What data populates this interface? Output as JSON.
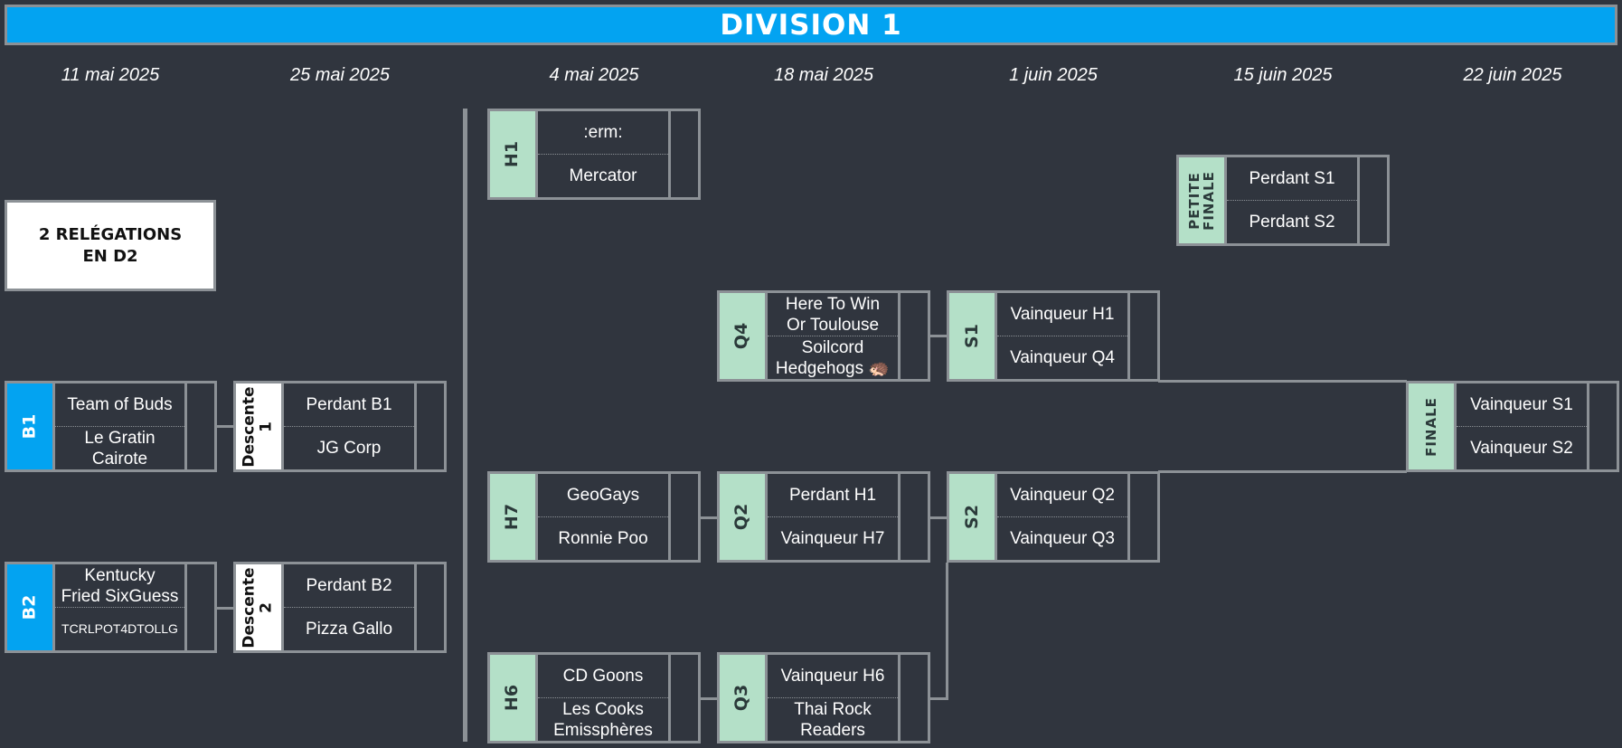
{
  "title": "DIVISION 1",
  "dates": [
    "11 mai 2025",
    "25 mai 2025",
    "4 mai 2025",
    "18 mai 2025",
    "1 juin 2025",
    "15 juin 2025",
    "22 juin 2025"
  ],
  "note": "2 RELÉGATIONS\nEN D2",
  "matches": {
    "b1": {
      "label": "B1",
      "team1": "Team of Buds",
      "team2": "Le Gratin\nCairote",
      "score1": "",
      "score2": ""
    },
    "b2": {
      "label": "B2",
      "team1": "Kentucky\nFried SixGuess",
      "team2": "TCRLPOT4DTOLLG",
      "score1": "",
      "score2": ""
    },
    "d1": {
      "label": "Descente\n1",
      "team1": "Perdant B1",
      "team2": "JG Corp",
      "score1": "",
      "score2": ""
    },
    "d2": {
      "label": "Descente\n2",
      "team1": "Perdant B2",
      "team2": "Pizza Gallo",
      "score1": "",
      "score2": ""
    },
    "h1": {
      "label": "H1",
      "team1": ":erm:",
      "team2": "Mercator",
      "score1": "",
      "score2": ""
    },
    "h7": {
      "label": "H7",
      "team1": "GeoGays",
      "team2": "Ronnie Poo",
      "score1": "",
      "score2": ""
    },
    "h6": {
      "label": "H6",
      "team1": "CD Goons",
      "team2": "Les Cooks\nEmissphères",
      "score1": "",
      "score2": ""
    },
    "q4": {
      "label": "Q4",
      "team1": "Here To Win\nOr Toulouse",
      "team2": "Soilcord\nHedgehogs 🦔",
      "score1": "",
      "score2": ""
    },
    "q2": {
      "label": "Q2",
      "team1": "Perdant H1",
      "team2": "Vainqueur H7",
      "score1": "",
      "score2": ""
    },
    "q3": {
      "label": "Q3",
      "team1": "Vainqueur H6",
      "team2": "Thai Rock\nReaders",
      "score1": "",
      "score2": ""
    },
    "s1": {
      "label": "S1",
      "team1": "Vainqueur H1",
      "team2": "Vainqueur Q4",
      "score1": "",
      "score2": ""
    },
    "s2": {
      "label": "S2",
      "team1": "Vainqueur Q2",
      "team2": "Vainqueur Q3",
      "score1": "",
      "score2": ""
    },
    "pf": {
      "label": "PETITE\nFINALE",
      "team1": "Perdant S1",
      "team2": "Perdant S2",
      "score1": "",
      "score2": ""
    },
    "f": {
      "label": "FINALE",
      "team1": "Vainqueur S1",
      "team2": "Vainqueur S2",
      "score1": "",
      "score2": ""
    }
  },
  "colors": {
    "background": "#30353e",
    "banner": "#03a3f1",
    "border": "#8c9196",
    "mint": "#b4e0c8",
    "blue": "#03a3f1",
    "white": "#ffffff"
  }
}
